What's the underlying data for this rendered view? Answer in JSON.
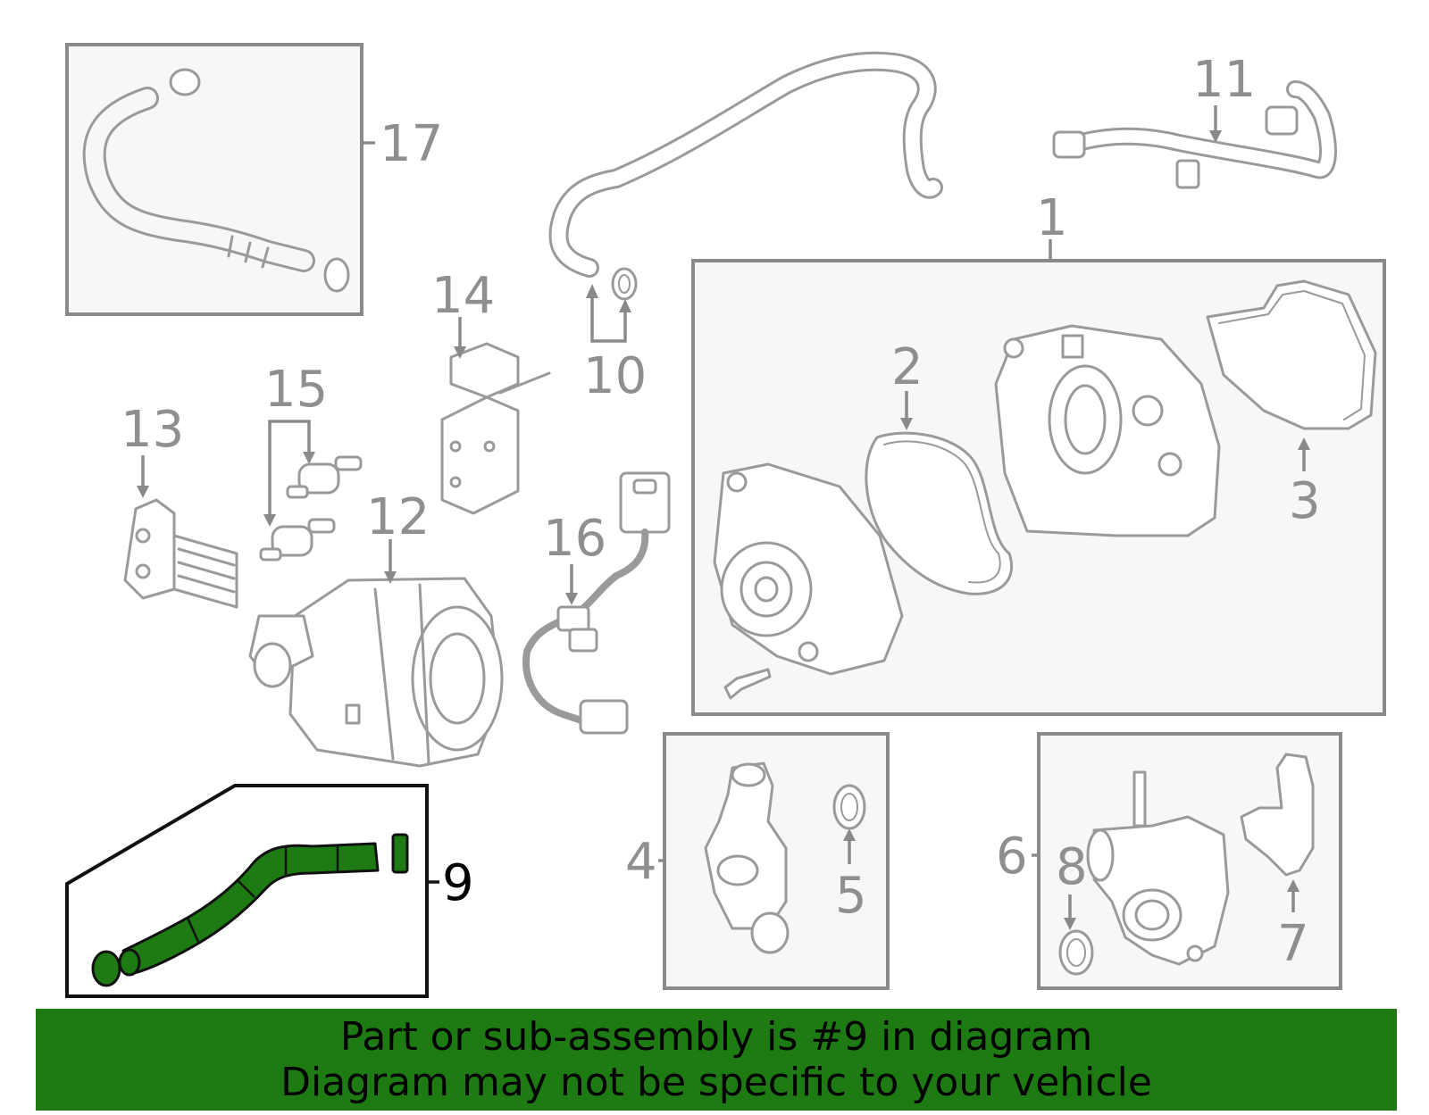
{
  "callouts": [
    "1",
    "2",
    "3",
    "4",
    "5",
    "6",
    "7",
    "8",
    "9",
    "10",
    "11",
    "12",
    "13",
    "14",
    "15",
    "16",
    "17"
  ],
  "highlighted_part": "9",
  "colors": {
    "highlight": "#1e7a12",
    "line_art": "#9a9a9a",
    "box_fill": "#f7f7f7",
    "banner_bg": "#1e7a12"
  },
  "banner": {
    "line1": "Part or sub-assembly is #9 in diagram",
    "line2": "Diagram may not be specific to your vehicle"
  }
}
